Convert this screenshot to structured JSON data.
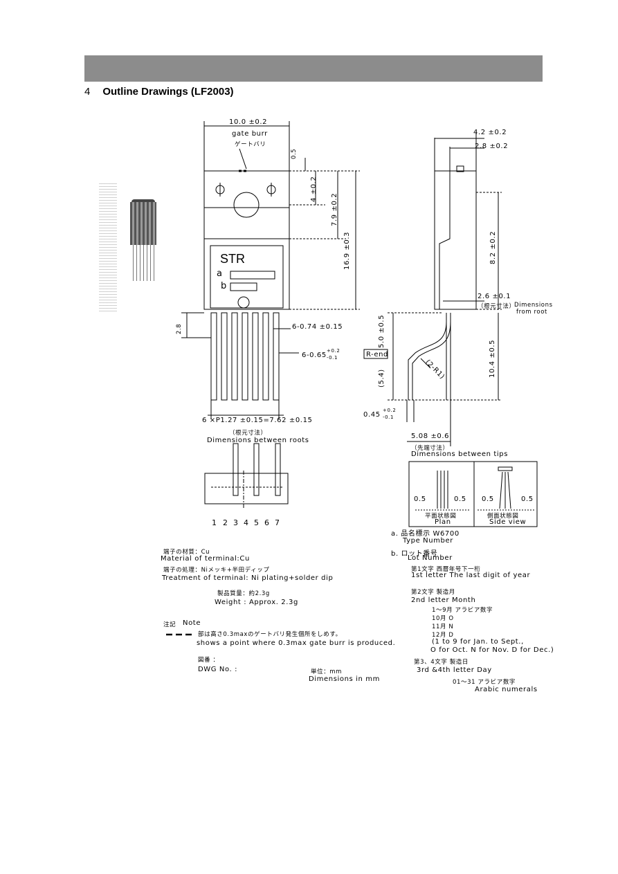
{
  "header": {
    "section_number": "4",
    "section_title": "Outline Drawings (LF2003)"
  },
  "front_view": {
    "dim_width": "10.0 ±0.2",
    "gate_burr_en": "gate burr",
    "gate_burr_jp": "ゲートバリ",
    "dim_05": "0.5",
    "dim_4": "4 ±0.2",
    "dim_79": "7.9 ±0.2",
    "dim_169": "16.9 ±0.3",
    "dim_28": "2.8",
    "mark_str": "STR",
    "mark_a": "a",
    "mark_b": "b",
    "dim_pin_width": "6-0.74 ±0.15",
    "dim_pin_thick": "6-0.65",
    "dim_pin_thick_tol_plus": "+0.2",
    "dim_pin_thick_tol_minus": "-0.1",
    "dim_pitch": "6 ×P1.27 ±0.15=7.62 ±0.15",
    "roots_jp": "（根元寸法）",
    "roots_en": "Dimensions between roots",
    "pin_numbers": [
      "1",
      "2",
      "3",
      "4",
      "5",
      "6",
      "7"
    ]
  },
  "side_view": {
    "dim_42": "4.2 ±0.2",
    "dim_28": "2.8 ±0.2",
    "dim_82": "8.2 ±0.2",
    "dim_26": "2.6 ±0.1",
    "root_jp": "（根元寸法）",
    "root_en1": "Dimensions",
    "root_en2": "from root",
    "dim_50": "5.0 ±0.5",
    "dim_54": "(5.4)",
    "r_end": "R-end",
    "r_label": "(2-R1)",
    "dim_104": "10.4 ±0.5",
    "dim_045": "0.45",
    "dim_045_plus": "+0.2",
    "dim_045_minus": "-0.1",
    "dim_508": "5.08 ±0.6",
    "tips_jp": "（先端寸法）",
    "tips_en": "Dimensions between tips"
  },
  "plan_box": {
    "plan_left_05": "0.5",
    "plan_right_05": "0.5",
    "side_left_05": "0.5",
    "side_right_05": "0.5",
    "plan_jp": "平面状態図",
    "plan_en": "Plan",
    "side_jp": "側面状態図",
    "side_en": "Side view"
  },
  "notes_left": {
    "material_jp": "端子の材質：Cu",
    "material_en": "Material of terminal:Cu",
    "treatment_jp": "端子の処理：Niメッキ+半田ディップ",
    "treatment_en": "Treatment of terminal: Ni plating+solder dip",
    "weight_jp": "製品質量：約2.3g",
    "weight_en": "Weight : Approx. 2.3g",
    "note_jp": "注記",
    "note_en": "Note",
    "burr_jp": "部は高さ0.3maxのゲートバリ発生個所をしめす。",
    "burr_en": "shows a point where 0.3max gate burr is produced.",
    "drawing_no_jp": "図番 ：",
    "drawing_no_en": "DWG No. :",
    "unit_jp": "単位：mm",
    "unit_en": "Dimensions in mm"
  },
  "notes_right": {
    "a_jp": "a. 品名標示 W6700",
    "a_en": "Type Number",
    "b_jp": "b. ロット番号",
    "b_en": "Lot Number",
    "first_jp": "第1文字    西暦年号下一桁",
    "first_en": "1st letter  The last digit of year",
    "second_jp": "第2文字    製造月",
    "second_en": "2nd letter  Month",
    "months": [
      "1〜9月  アラビア数字",
      "10月    O",
      "11月    N",
      "12月    D"
    ],
    "month_note1": "(1 to 9 for Jan. to Sept.,",
    "month_note2": "O for Oct. N for Nov. D for Dec.)",
    "third_jp": "第3、4文字   製造日",
    "third_en": "3rd &4th letter Day",
    "day_jp": "01〜31  アラビア数字",
    "day_en": "Arabic numerals"
  }
}
